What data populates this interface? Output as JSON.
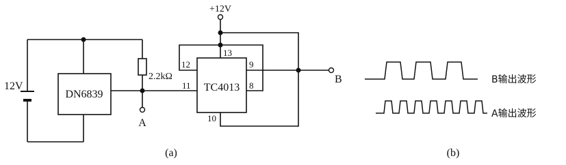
{
  "circuit": {
    "supply_top_label": "+12V",
    "battery_label": "12V",
    "sensor_ic_label": "DN6839",
    "resistor_label": "2.2kΩ",
    "flipflop_ic_label": "TC4013",
    "pins": {
      "p12": "12",
      "p13": "13",
      "p9": "9",
      "p11": "11",
      "p8": "8",
      "p10": "10"
    },
    "node_a_label": "A",
    "node_b_label": "B",
    "caption_a": "(a)"
  },
  "waveforms": {
    "b_label": "B输出波形",
    "a_label": "A输出波形",
    "caption_b": "(b)"
  }
}
